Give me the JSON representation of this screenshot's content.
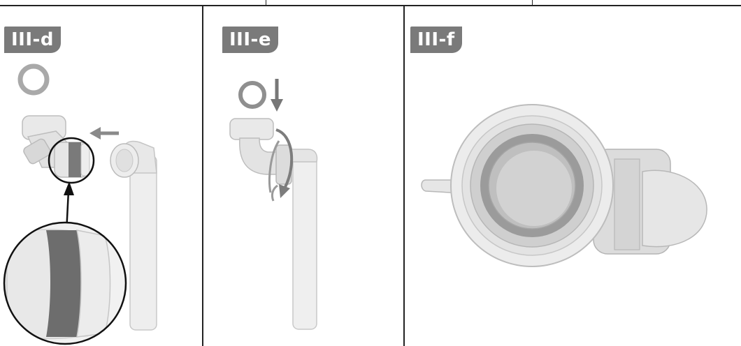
{
  "panels": [
    {
      "label": "III-d"
    },
    {
      "label": "III-e"
    },
    {
      "label": "III-f"
    }
  ]
}
